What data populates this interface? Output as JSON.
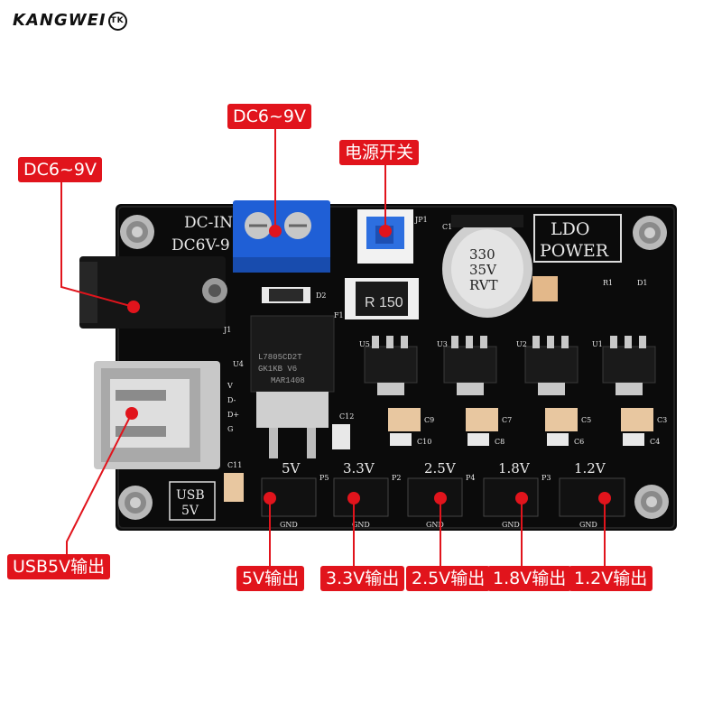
{
  "brand": {
    "logo_text": "KANGWEI",
    "logo_badge": "TK"
  },
  "callouts": {
    "dc_jack": "DC6~9V",
    "terminal": "DC6~9V",
    "power_switch": "电源开关",
    "usb": "USB5V输出",
    "out_5v": "5V输出",
    "out_3v3": "3.3V输出",
    "out_2v5": "2.5V输出",
    "out_1v8": "1.8V输出",
    "out_1v2": "1.2V输出"
  },
  "board": {
    "dcin_line1": "DC-IN",
    "dcin_line2": "DC6V-9",
    "ldo_line1": "LDO",
    "ldo_line2": "POWER",
    "usb_line1": "USB",
    "usb_line2": "5V",
    "regulator_line1": "L7805CD2T",
    "regulator_line2": "GK1KB V6",
    "regulator_line3": "MAR1408",
    "fuse_text": "150",
    "fuse_mark": "R",
    "capacitor_line1": "330",
    "capacitor_line2": "35V",
    "capacitor_line3": "RVT",
    "voltage_labels": [
      "5V",
      "3.3V",
      "2.5V",
      "1.8V",
      "1.2V"
    ],
    "header_labels": [
      "GND",
      "GND",
      "GND",
      "GND",
      "GND"
    ],
    "designators": [
      "J1",
      "D2",
      "F1",
      "JP1",
      "C1",
      "R1",
      "D1",
      "U5",
      "U3",
      "U2",
      "U1",
      "U4",
      "C12",
      "C11",
      "C9",
      "C10",
      "C7",
      "C8",
      "C5",
      "C6",
      "C3",
      "C4",
      "P5",
      "P4",
      "P3",
      "P2"
    ],
    "usb_pins": [
      "V",
      "D-",
      "D+",
      "G"
    ]
  },
  "colors": {
    "board": "#0c0c0c",
    "callout": "#e1141c",
    "terminal": "#1f5fd6",
    "switch": "#2d6fe0",
    "connector": "#111111"
  }
}
